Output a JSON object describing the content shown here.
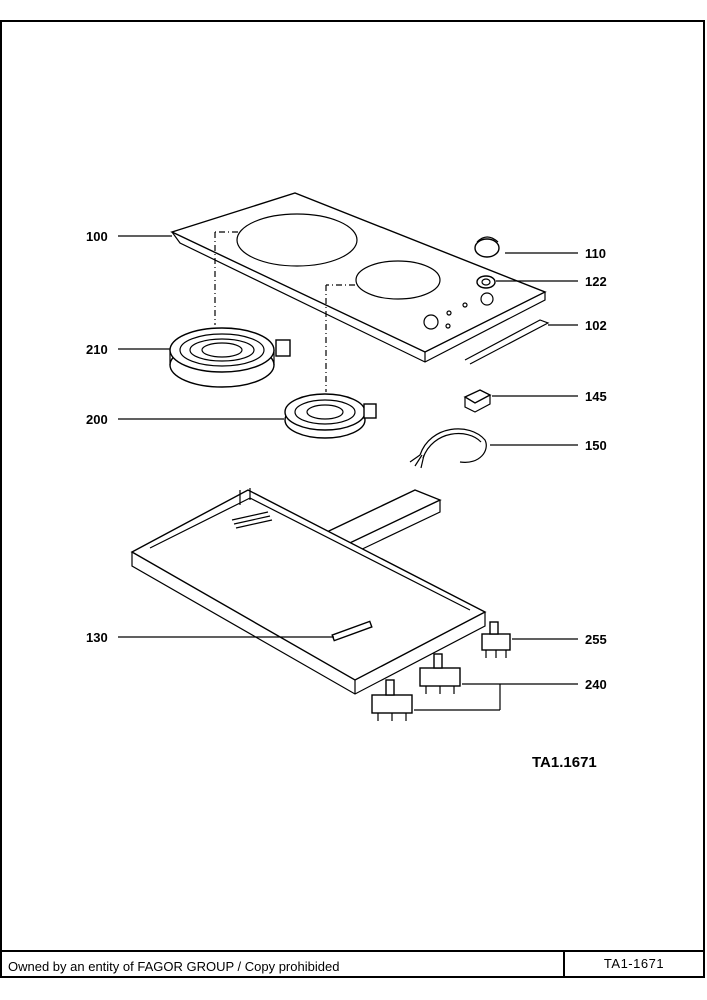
{
  "drawing_reference": "TA1.1671",
  "footer": {
    "owner_text": "Owned by an entity of FAGOR GROUP / Copy prohibided",
    "code": "TA1-1671"
  },
  "labels": {
    "l100": "100",
    "l110": "110",
    "l122": "122",
    "l102": "102",
    "l210": "210",
    "l200": "200",
    "l145": "145",
    "l150": "150",
    "l130": "130",
    "l255": "255",
    "l240": "240"
  }
}
